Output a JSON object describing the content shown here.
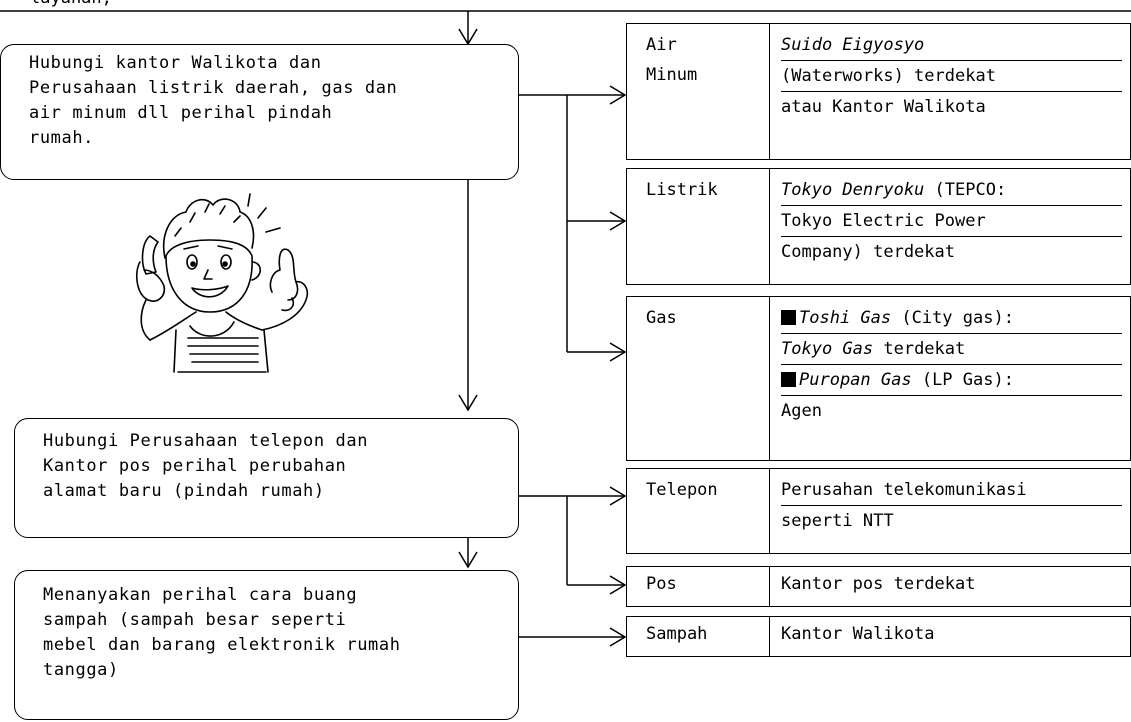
{
  "top_cut_text": "layanan;",
  "flow_boxes": [
    {
      "id": "kantor",
      "lines": [
        "Hubungi kantor Walikota dan",
        "Perusahaan listrik daerah, gas dan",
        "air minum dll perihal pindah",
        "rumah."
      ]
    },
    {
      "id": "telepon_pos",
      "lines": [
        "Hubungi Perusahaan telepon dan",
        "Kantor pos perihal perubahan",
        "alamat baru (pindah rumah)"
      ]
    },
    {
      "id": "sampah",
      "lines": [
        "Menanyakan perihal cara buang",
        "sampah (sampah besar seperti",
        "mebel dan barang elektronik rumah",
        "tangga)"
      ]
    }
  ],
  "tables": {
    "air": {
      "label": "Air\nMinum",
      "lines": [
        [
          {
            "t": "Suido Eigyosyo",
            "i": true
          }
        ],
        [
          {
            "t": "(Waterworks) terdekat"
          }
        ],
        [
          {
            "t": "atau Kantor Walikota"
          }
        ]
      ]
    },
    "listrik": {
      "label": "Listrik",
      "lines": [
        [
          {
            "t": "Tokyo Denryoku",
            "i": true
          },
          {
            "t": " (TEPCO:"
          }
        ],
        [
          {
            "t": "Tokyo Electric Power"
          }
        ],
        [
          {
            "t": "Company) terdekat"
          }
        ]
      ]
    },
    "gas": {
      "label": "Gas",
      "lines": [
        [
          {
            "sq": true
          },
          {
            "t": "Toshi Gas",
            "i": true
          },
          {
            "t": " (City gas):"
          }
        ],
        [
          {
            "t": "Tokyo Gas",
            "i": true
          },
          {
            "t": " terdekat"
          }
        ],
        [
          {
            "sq": true
          },
          {
            "t": "Puropan Gas",
            "i": true
          },
          {
            "t": " (LP Gas):"
          }
        ],
        [
          {
            "t": "Agen"
          }
        ]
      ]
    },
    "telepon": {
      "label": "Telepon",
      "lines": [
        [
          {
            "t": "Perusahan telekomunikasi"
          }
        ],
        [
          {
            "t": "seperti  NTT"
          }
        ]
      ]
    },
    "pos": {
      "label": "Pos",
      "lines": [
        [
          {
            "t": "Kantor pos terdekat"
          }
        ]
      ]
    },
    "sampah": {
      "label": "Sampah",
      "lines": [
        [
          {
            "t": "Kantor Walikota"
          }
        ]
      ]
    }
  }
}
